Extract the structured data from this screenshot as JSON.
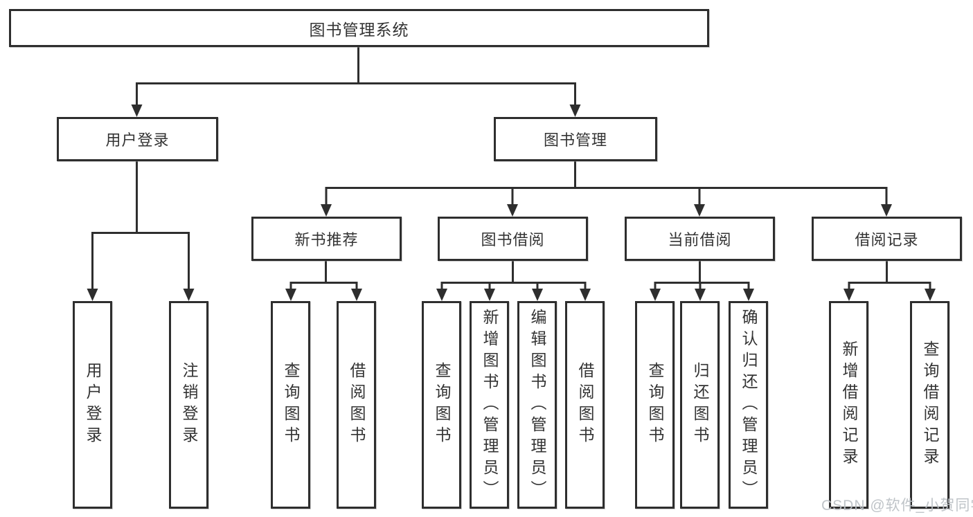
{
  "diagram_title": "图书管理系统",
  "tree": {
    "label": "图书管理系统",
    "children": [
      {
        "label": "用户登录",
        "children": [
          {
            "label": "用户登录"
          },
          {
            "label": "注销登录"
          }
        ]
      },
      {
        "label": "图书管理",
        "children": [
          {
            "label": "新书推荐",
            "children": [
              {
                "label": "查询图书"
              },
              {
                "label": "借阅图书"
              }
            ]
          },
          {
            "label": "图书借阅",
            "children": [
              {
                "label": "查询图书"
              },
              {
                "label": "新增图书（管理员）"
              },
              {
                "label": "编辑图书（管理员）"
              },
              {
                "label": "借阅图书"
              }
            ]
          },
          {
            "label": "当前借阅",
            "children": [
              {
                "label": "查询图书"
              },
              {
                "label": "归还图书"
              },
              {
                "label": "确认归还（管理员）"
              }
            ]
          },
          {
            "label": "借阅记录",
            "children": [
              {
                "label": "新增借阅记录"
              },
              {
                "label": "查询借阅记录"
              }
            ]
          }
        ]
      }
    ]
  },
  "watermark": {
    "text": "CSDN @软件_小贺同学"
  },
  "colors": {
    "line": "#2e2e2e",
    "border": "#2e2e2e",
    "text": "#333333",
    "background": "#ffffff",
    "watermark": "#bcc1c6"
  }
}
